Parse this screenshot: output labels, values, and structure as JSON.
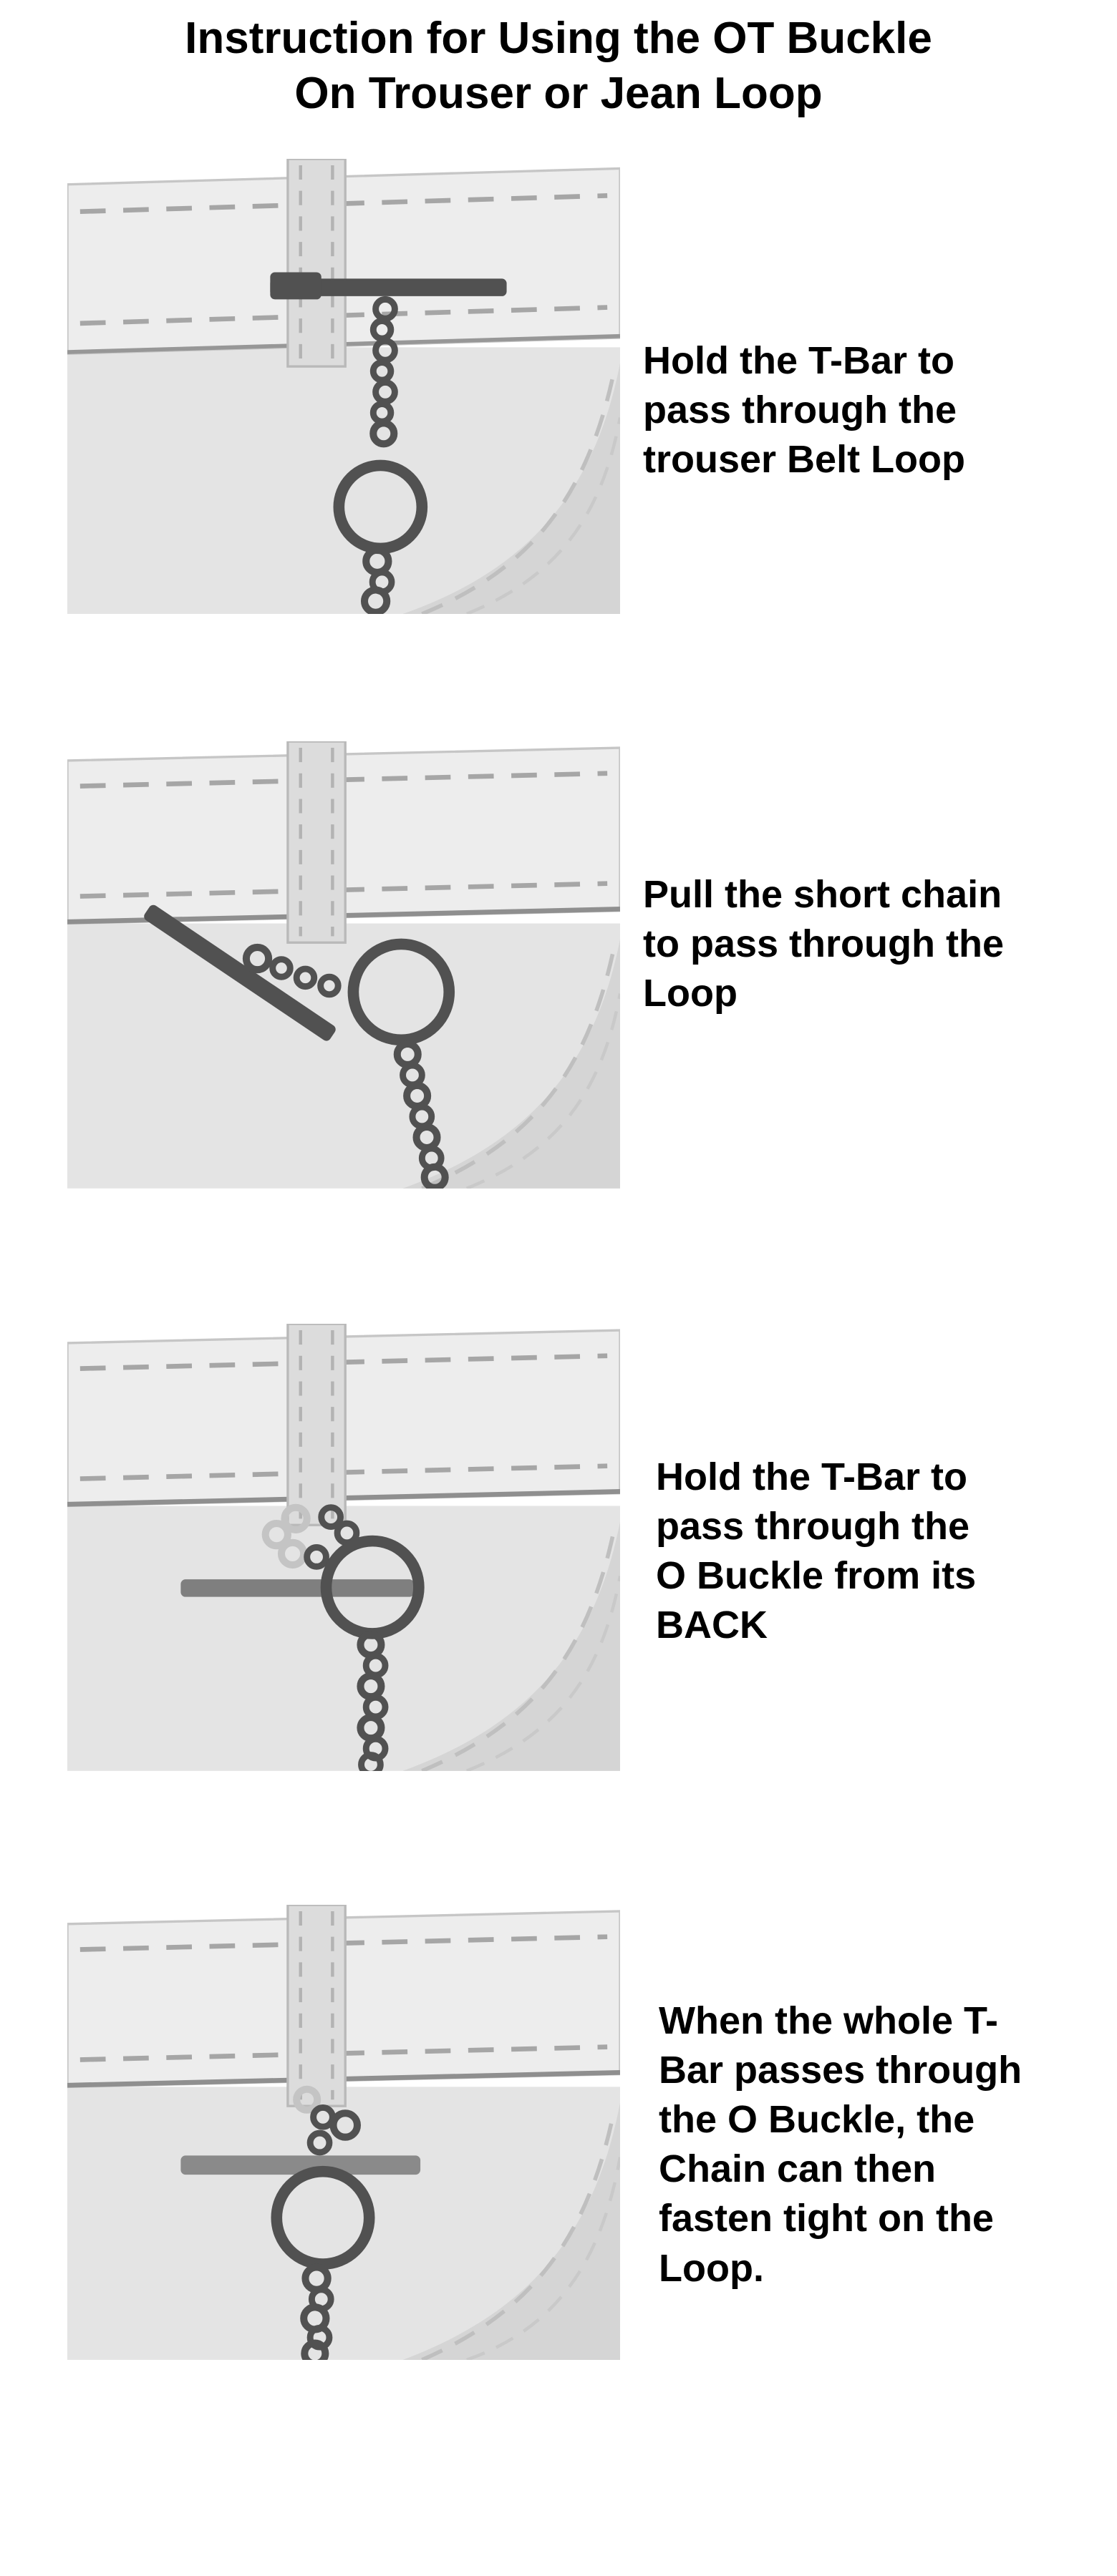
{
  "title": {
    "text": "Instruction for Using the OT Buckle\nOn Trouser or Jean Loop"
  },
  "steps": [
    {
      "caption": "Hold the T-Bar to\npass through the\ntrouser Belt Loop"
    },
    {
      "caption": "Pull the short chain\nto pass through the\nLoop"
    },
    {
      "caption": "Hold the T-Bar to\npass through the\nO Buckle from its\nBACK"
    },
    {
      "caption": "When the whole T-\nBar passes through\nthe O Buckle, the\nChain can then\nfasten tight on the\nLoop."
    }
  ],
  "colors": {
    "text": "#000000",
    "hardware_dark": "#515151",
    "hardware_medium": "#8a8a8a",
    "chain_light": "#c4c4c4",
    "fabric_waistband": "#ededed",
    "fabric_body": "#e4e4e4",
    "fabric_shadow": "#d5d5d5",
    "belt_loop": "#dcdcdc",
    "stitch_dash": "#a6a6a6"
  }
}
